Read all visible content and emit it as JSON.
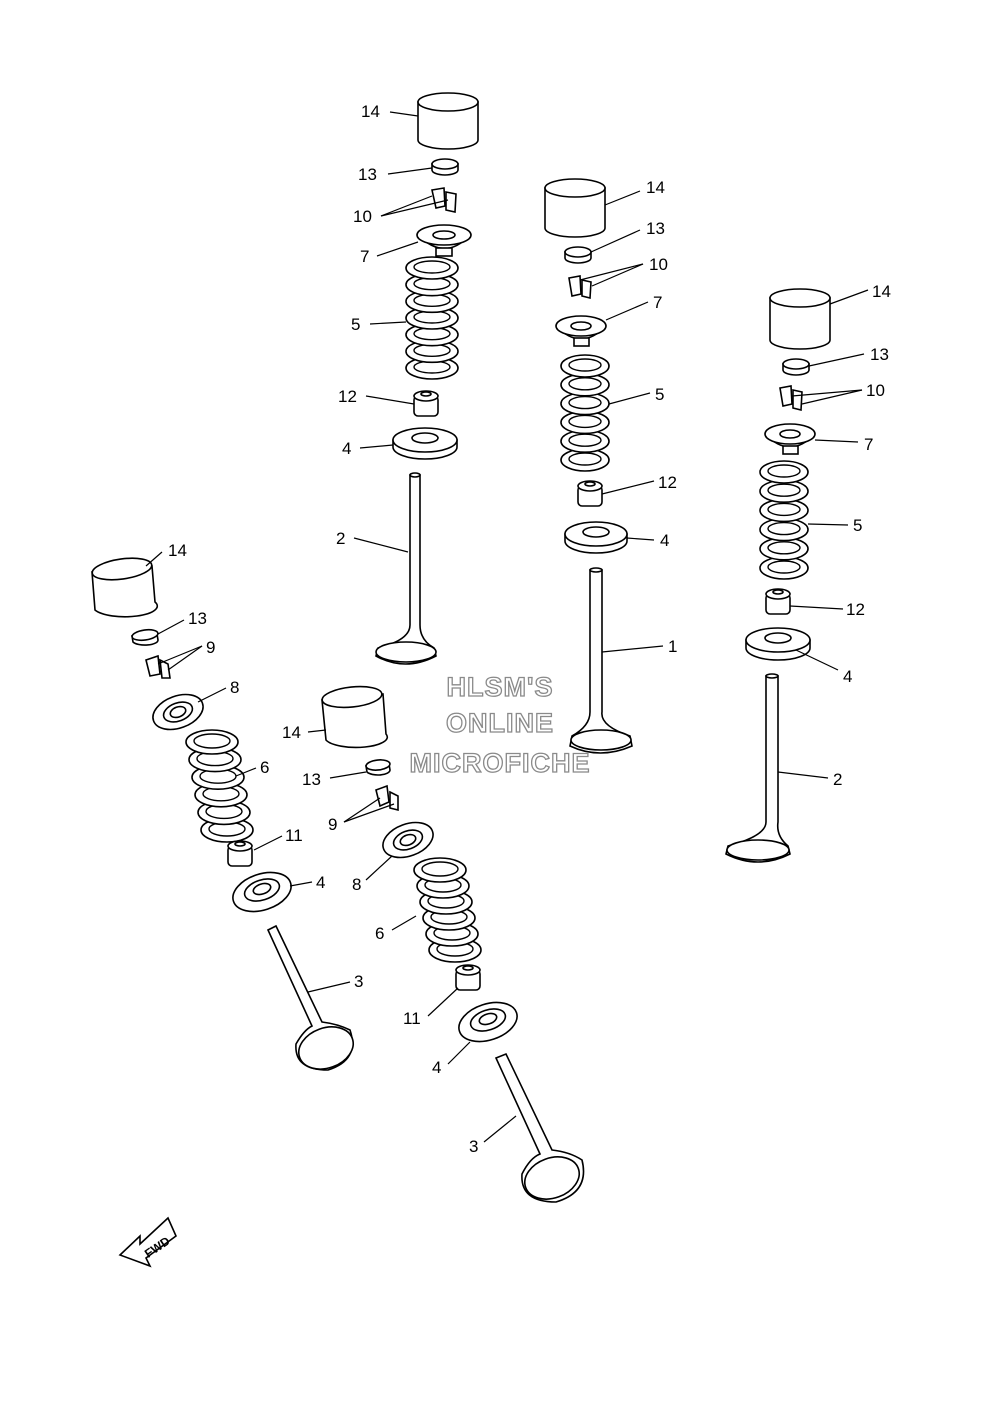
{
  "callouts": {
    "n1": "1",
    "n2": "2",
    "n3": "3",
    "n4": "4",
    "n5": "5",
    "n6": "6",
    "n7": "7",
    "n8": "8",
    "n9": "9",
    "n10": "10",
    "n11": "11",
    "n12": "12",
    "n13": "13",
    "n14": "14"
  },
  "watermark": {
    "line1": "HLSM'S",
    "line2": "ONLINE",
    "line3": "MICROFICHE"
  },
  "fwd_label": "FWD"
}
